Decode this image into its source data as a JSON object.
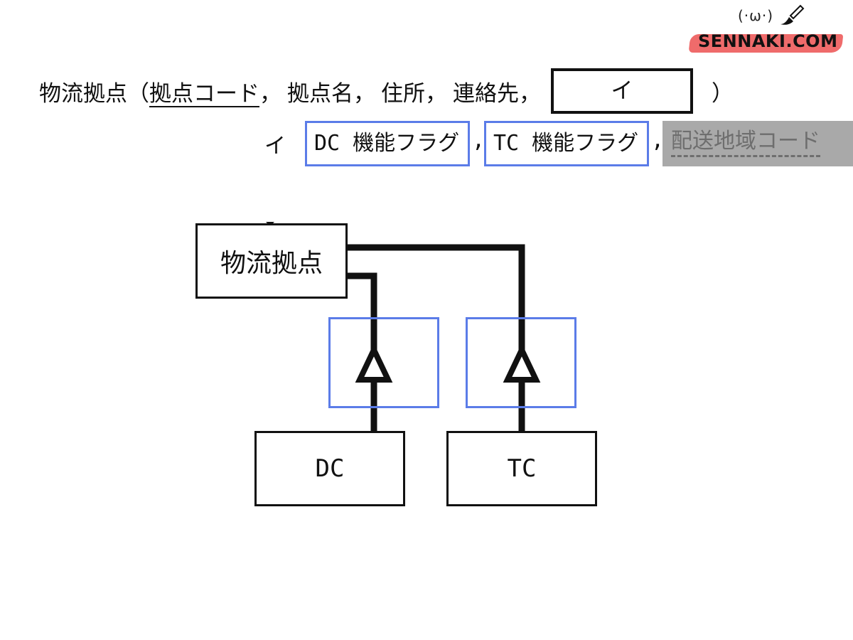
{
  "logo": {
    "face": "(·ω·)",
    "text": "SENNAKI.COM",
    "brush_color": "#ef6b6b"
  },
  "schema": {
    "entity": "物流拠点",
    "open_paren": "（",
    "pk_attrs": "拠点コード",
    "sep1": "，",
    "attr2": "拠点名",
    "sep2": "，",
    "attr3": "住所",
    "sep3": "，",
    "attr4": "連絡先",
    "sep4": "，",
    "blank": "イ",
    "close_paren": "）"
  },
  "answer": {
    "label": "イ",
    "option1": "DC 機能フラグ",
    "sep1": ",",
    "option2": "TC 機能フラグ",
    "sep2": ",",
    "option3": "配送地域コード",
    "highlight_color": "#5b7ce8",
    "gray_color": "#a9a9a9"
  },
  "diagram": {
    "main_entity": "物流拠点",
    "sub_entity_1": "DC",
    "sub_entity_2": "TC"
  }
}
